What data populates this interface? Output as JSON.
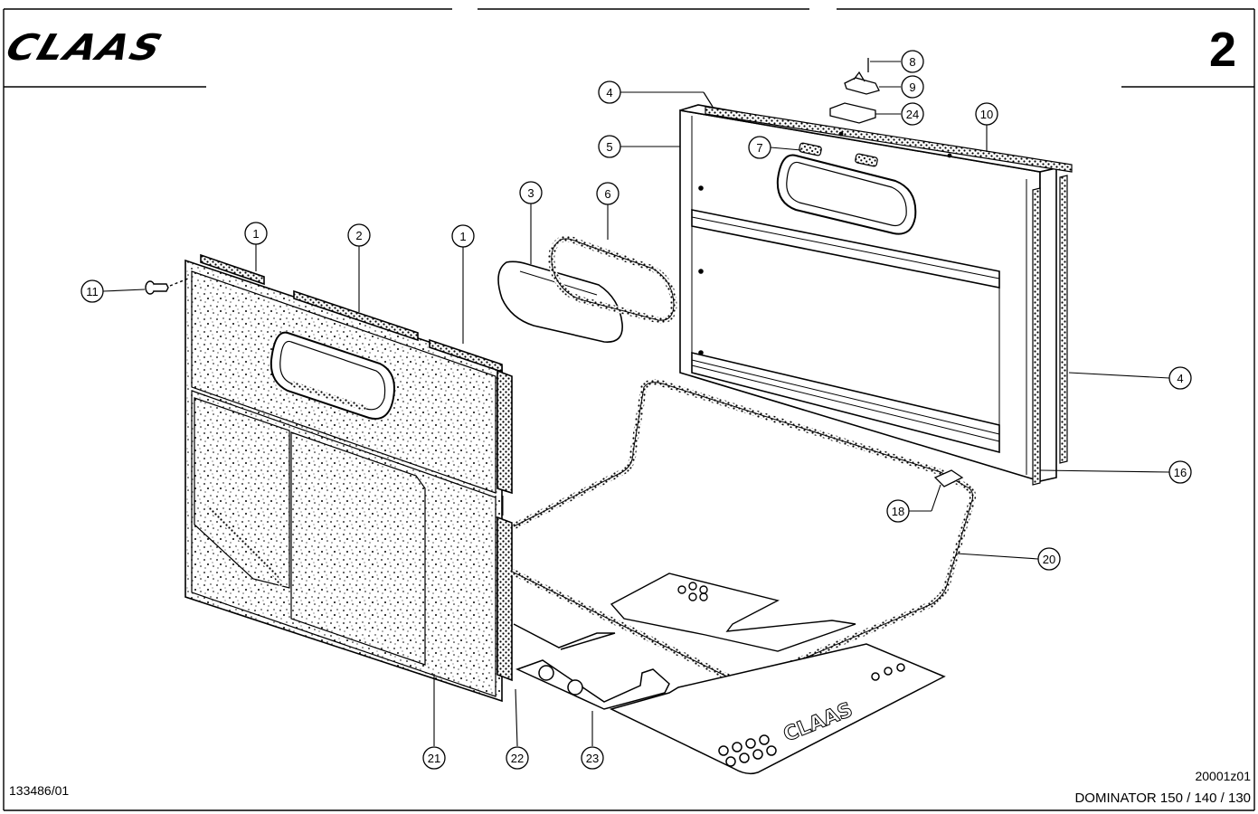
{
  "header": {
    "brand_logo": "CLAAS",
    "page_number": "2"
  },
  "footer": {
    "document_number": "133486/01",
    "drawing_code": "20001z01",
    "model": "DOMINATOR 150 / 140 / 130"
  },
  "callouts": [
    {
      "id": "c1a",
      "label": "1"
    },
    {
      "id": "c2",
      "label": "2"
    },
    {
      "id": "c1b",
      "label": "1"
    },
    {
      "id": "c3",
      "label": "3"
    },
    {
      "id": "c6",
      "label": "6"
    },
    {
      "id": "c4a",
      "label": "4"
    },
    {
      "id": "c5",
      "label": "5"
    },
    {
      "id": "c7",
      "label": "7"
    },
    {
      "id": "c8",
      "label": "8"
    },
    {
      "id": "c9",
      "label": "9"
    },
    {
      "id": "c24",
      "label": "24"
    },
    {
      "id": "c10",
      "label": "10"
    },
    {
      "id": "c11",
      "label": "11"
    },
    {
      "id": "c4b",
      "label": "4"
    },
    {
      "id": "c16",
      "label": "16"
    },
    {
      "id": "c18",
      "label": "18"
    },
    {
      "id": "c20",
      "label": "20"
    },
    {
      "id": "c21",
      "label": "21"
    },
    {
      "id": "c22",
      "label": "22"
    },
    {
      "id": "c23",
      "label": "23"
    }
  ]
}
